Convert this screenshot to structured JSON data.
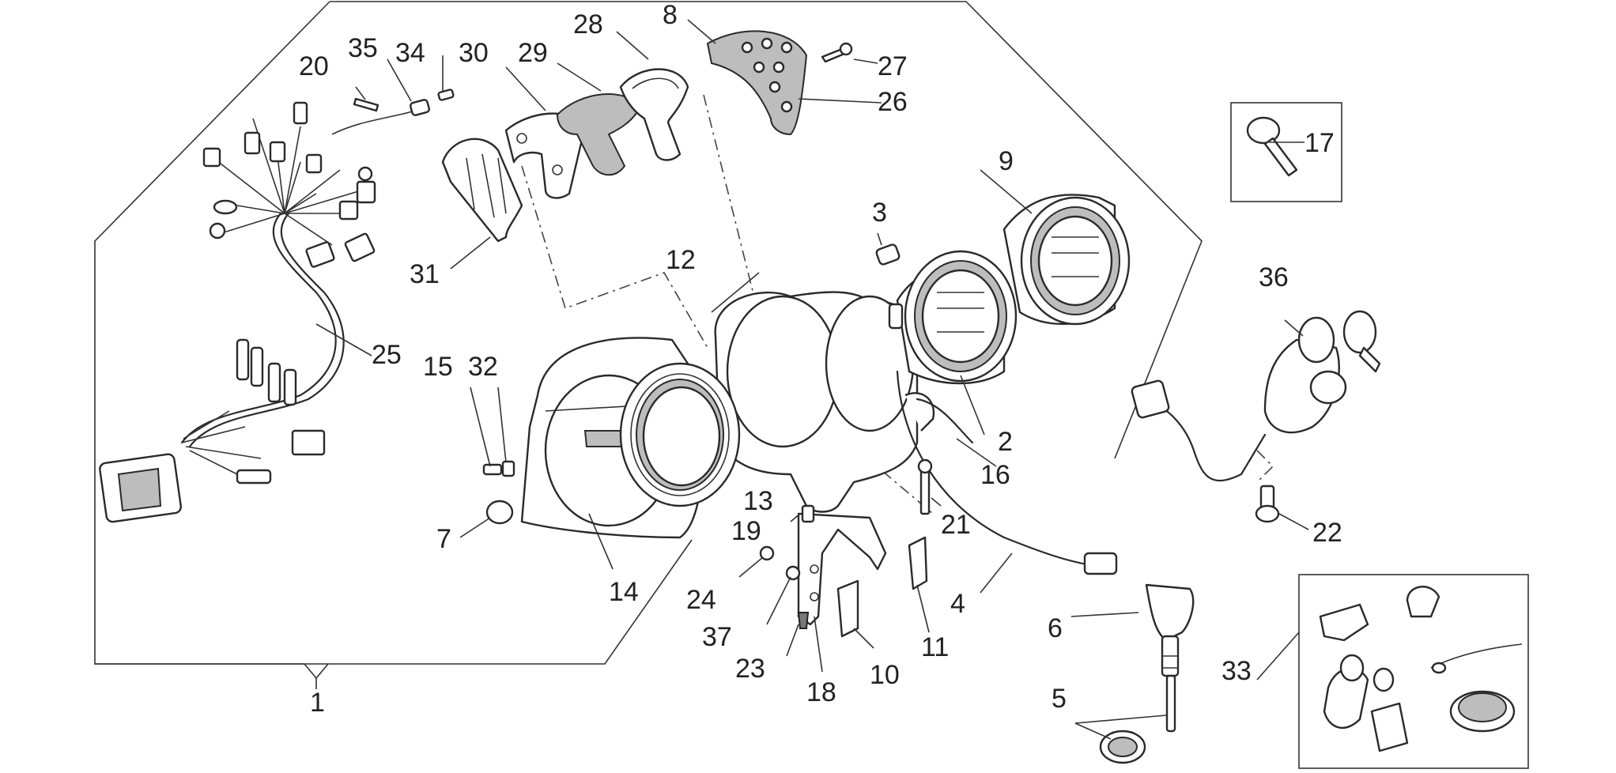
{
  "labels": {
    "l1": "1",
    "l2": "2",
    "l3": "3",
    "l4": "4",
    "l5": "5",
    "l6": "6",
    "l7": "7",
    "l8": "8",
    "l9": "9",
    "l10": "10",
    "l11": "11",
    "l12": "12",
    "l13": "13",
    "l14": "14",
    "l15": "15",
    "l16": "16",
    "l17": "17",
    "l18": "18",
    "l19": "19",
    "l20": "20",
    "l21": "21",
    "l22": "22",
    "l23": "23",
    "l24": "24",
    "l25": "25",
    "l26": "26",
    "l27": "27",
    "l28": "28",
    "l29": "29",
    "l30": "30",
    "l31": "31",
    "l32": "32",
    "l33": "33",
    "l34": "34",
    "l35": "35",
    "l36": "36",
    "l37": "37"
  }
}
